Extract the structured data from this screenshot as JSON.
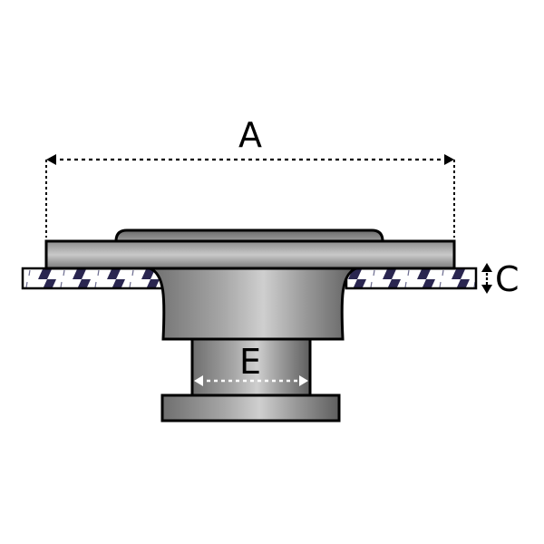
{
  "labels": {
    "a": "A",
    "c": "C",
    "e": "E"
  },
  "colors": {
    "outline": "#000000",
    "metal_dark": "#555555",
    "metal_mid": "#8a8a8a",
    "metal_light": "#cfcfcf",
    "cushion_stripe": "#2a2650",
    "cushion_base": "#ffffff"
  }
}
